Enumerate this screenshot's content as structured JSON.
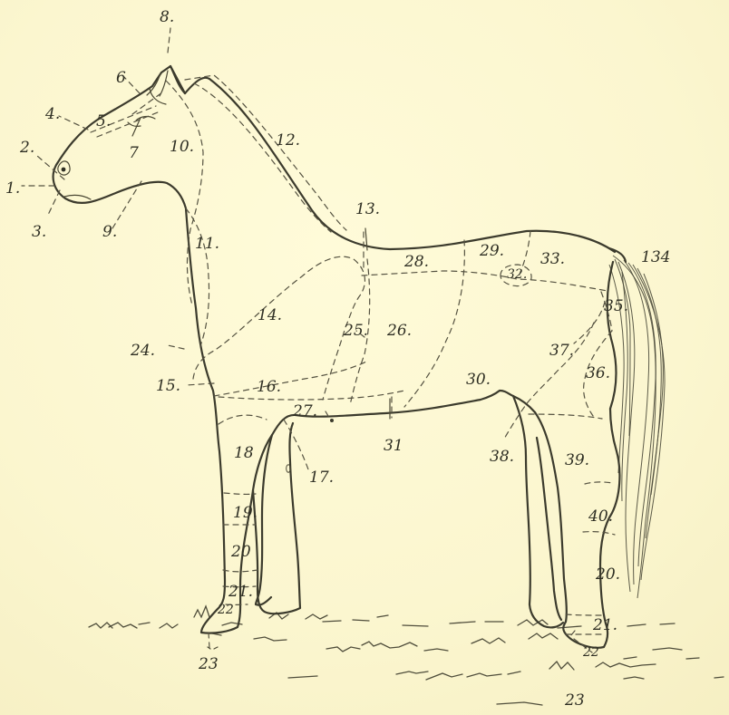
{
  "labels": [
    {
      "id": "label-1",
      "text": "1."
    },
    {
      "id": "label-2",
      "text": "2."
    },
    {
      "id": "label-3",
      "text": "3."
    },
    {
      "id": "label-4",
      "text": "4."
    },
    {
      "id": "label-5",
      "text": "5."
    },
    {
      "id": "label-6",
      "text": "6"
    },
    {
      "id": "label-7",
      "text": "7"
    },
    {
      "id": "label-8",
      "text": "8."
    },
    {
      "id": "label-9",
      "text": "9."
    },
    {
      "id": "label-10",
      "text": "10."
    },
    {
      "id": "label-11",
      "text": "11."
    },
    {
      "id": "label-12",
      "text": "12."
    },
    {
      "id": "label-13",
      "text": "13."
    },
    {
      "id": "label-14",
      "text": "14."
    },
    {
      "id": "label-15",
      "text": "15."
    },
    {
      "id": "label-16",
      "text": "16."
    },
    {
      "id": "label-17",
      "text": "17."
    },
    {
      "id": "label-18",
      "text": "18"
    },
    {
      "id": "label-19",
      "text": "19."
    },
    {
      "id": "label-20a",
      "text": "20"
    },
    {
      "id": "label-21a",
      "text": "21."
    },
    {
      "id": "label-22a",
      "text": "22"
    },
    {
      "id": "label-23a",
      "text": "23"
    },
    {
      "id": "label-24",
      "text": "24."
    },
    {
      "id": "label-25",
      "text": "25."
    },
    {
      "id": "label-26",
      "text": "26."
    },
    {
      "id": "label-27",
      "text": "27."
    },
    {
      "id": "label-28",
      "text": "28."
    },
    {
      "id": "label-29",
      "text": "29."
    },
    {
      "id": "label-30",
      "text": "30."
    },
    {
      "id": "label-31",
      "text": "31"
    },
    {
      "id": "label-32",
      "text": "32."
    },
    {
      "id": "label-33",
      "text": "33."
    },
    {
      "id": "label-34",
      "text": "134"
    },
    {
      "id": "label-35",
      "text": "35."
    },
    {
      "id": "label-36",
      "text": "36."
    },
    {
      "id": "label-37",
      "text": "37."
    },
    {
      "id": "label-38",
      "text": "38."
    },
    {
      "id": "label-39",
      "text": "39."
    },
    {
      "id": "label-40",
      "text": "40."
    },
    {
      "id": "label-20b",
      "text": "20."
    },
    {
      "id": "label-21b",
      "text": "21."
    },
    {
      "id": "label-22b",
      "text": "22"
    },
    {
      "id": "label-23b",
      "text": "23"
    }
  ]
}
